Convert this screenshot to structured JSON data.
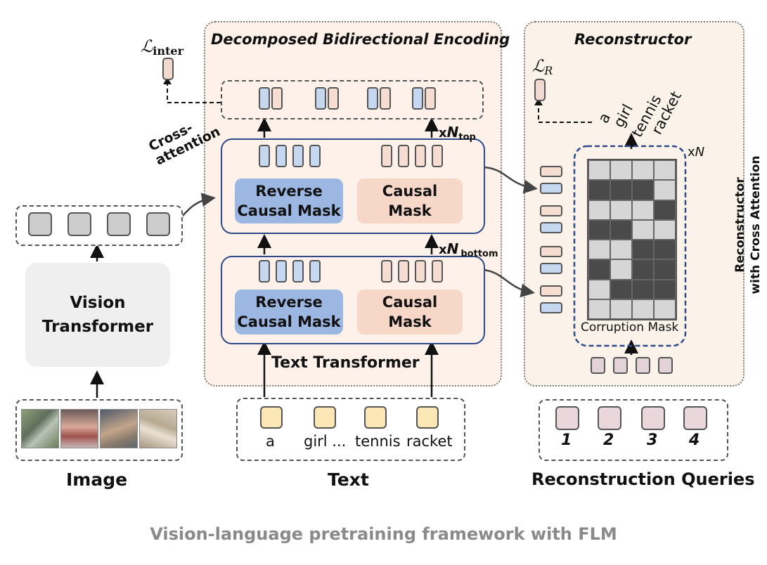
{
  "panels": {
    "encoding_title": "Decomposed Bidirectional Encoding",
    "reconstructor_title": "Reconstructor"
  },
  "losses": {
    "inter_script": "ℒ",
    "inter_sub": "inter",
    "r_script": "ℒ",
    "r_sub": "R"
  },
  "cross_attention": "Cross-\nattention",
  "vision_transformer": "Vision\nTransformer",
  "text_transformer": "Text Transformer",
  "layers": {
    "top": {
      "multiplier": "x",
      "n": "N",
      "sub": "top",
      "left_mask": "Reverse\nCausal Mask",
      "right_mask": "Causal\nMask"
    },
    "bottom": {
      "multiplier": "x",
      "n": "N",
      "sub": "bottom",
      "left_mask": "Reverse\nCausal Mask",
      "right_mask": "Causal\nMask"
    }
  },
  "reconstructor": {
    "xN": "x",
    "xN_n": "N",
    "corruption_mask": "Corruption Mask",
    "side_label": "Reconstructor\nwith Cross Attention",
    "output_words": [
      "a",
      "girl",
      "tennis",
      "racket"
    ],
    "grid": [
      [
        0,
        0,
        0,
        0
      ],
      [
        1,
        1,
        1,
        0
      ],
      [
        0,
        0,
        0,
        1
      ],
      [
        1,
        1,
        0,
        0
      ],
      [
        0,
        0,
        1,
        1
      ],
      [
        1,
        0,
        1,
        1
      ],
      [
        0,
        1,
        1,
        1
      ],
      [
        0,
        0,
        0,
        0
      ]
    ]
  },
  "text_tokens": [
    "a",
    "girl ...",
    "tennis",
    "racket"
  ],
  "query_labels": [
    "1",
    "2",
    "3",
    "4"
  ],
  "bottom_labels": {
    "image": "Image",
    "text": "Text",
    "queries": "Reconstruction Queries"
  },
  "caption": "Vision-language pretraining framework with FLM",
  "colors": {
    "blue_token": "#c6d8f0",
    "pink_token": "#f6ddd2",
    "layer_border": "#2f4a8a",
    "panel_bg": "#fdf1ea",
    "caption": "#8a8a8a"
  }
}
